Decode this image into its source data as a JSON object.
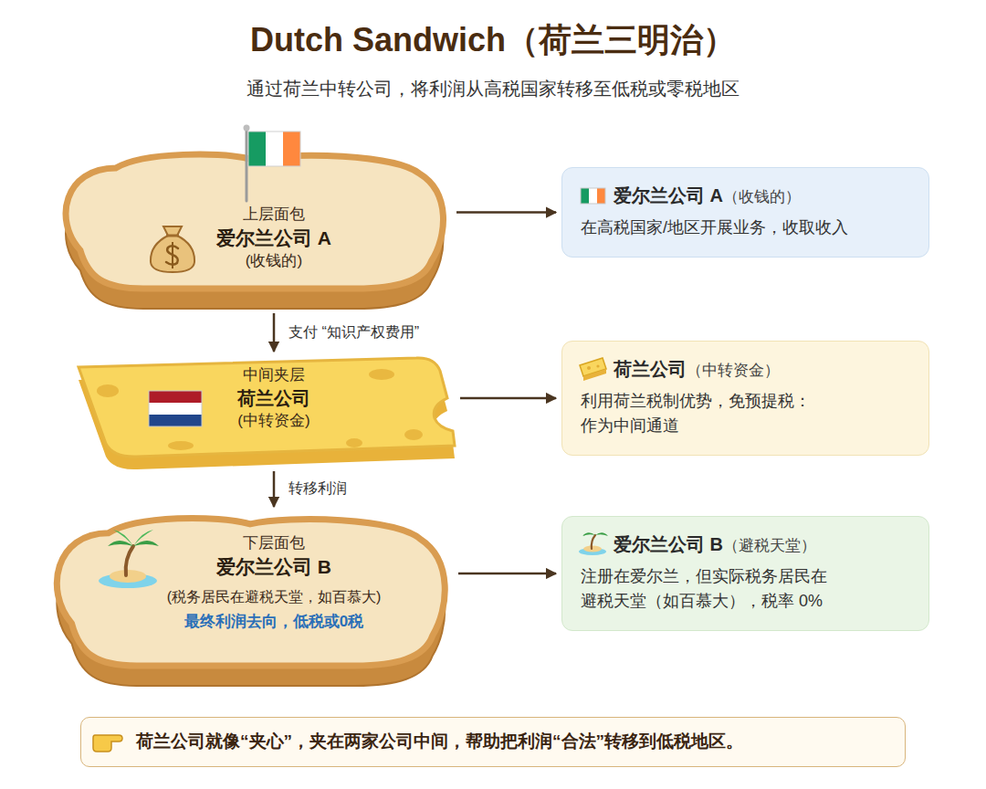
{
  "diagram": {
    "title": "Dutch Sandwich（荷兰三明治）",
    "nodes": [
      {
        "text": [
          "上层面包",
          "爱尔兰公司 A",
          "(收钱的)"
        ]
      },
      {
        "text": [
          "爱尔兰公司 A",
          "（收钱的）",
          "在高税国家/地区开展业务，收取收入"
        ]
      },
      {
        "text": [
          "中间夹层",
          "荷兰公司",
          "(中转资金)"
        ]
      },
      {
        "text": [
          "荷兰公司",
          "（中转资金）",
          "利用荷兰税制优势，免预提税： 作为中间通道"
        ]
      },
      {
        "text": [
          "下层面包",
          "爱尔兰公司 B",
          "(税务居民在避税天堂，如百慕大)",
          "最终利润去向，低税或0税"
        ]
      },
      {
        "text": [
          "爱尔兰公司 B",
          "（避税天堂）",
          "注册在爱尔兰，但实际税务居民在 避税天堂（如百慕大），税率 0%"
        ]
      },
      {
        "text": [
          "荷兰公司就像“夹心”，夹在两家公司中间，帮助把利润“合法”转移到低税地区。"
        ]
      }
    ],
    "edges": [
      {
        "from": 0,
        "to": 2,
        "arrow": "to",
        "label": "支付 “知识产权费用”"
      },
      {
        "from": 2,
        "to": 4,
        "arrow": "to",
        "label": "转移利润"
      },
      {
        "from": 0,
        "to": 1,
        "arrow": "to"
      },
      {
        "from": 2,
        "to": 3,
        "arrow": "to"
      },
      {
        "from": 4,
        "to": 5,
        "arrow": "to"
      }
    ],
    "labels": [
      "通过荷兰中转公司，将利润从高税国家转移至低税或零税地区"
    ]
  }
}
